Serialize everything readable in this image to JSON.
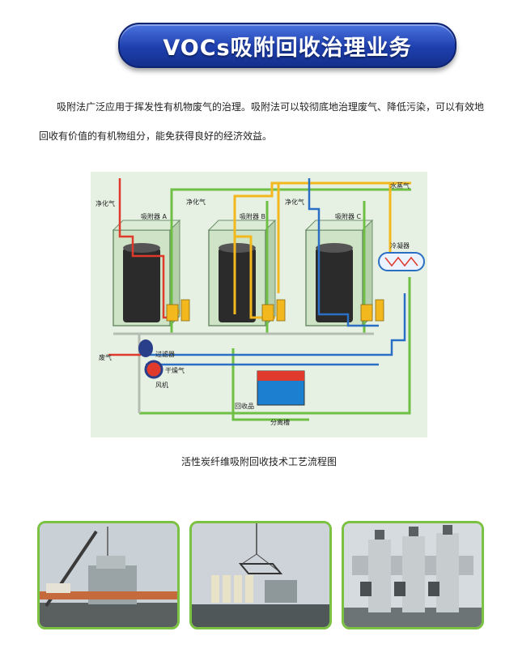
{
  "title": "VOCs吸附回收治理业务",
  "paragraph": {
    "line1": "吸附法广泛应用于挥发性有机物废气的治理。吸附法可以较彻底地治理废气、降低污染，可以有效地",
    "line2": "回收有价值的有机物组分，能免获得良好的经济效益。"
  },
  "diagram": {
    "labels": {
      "purified_a": "净化气",
      "purified_b": "净化气",
      "purified_c": "净化气",
      "adsorber_a": "吸附器 A",
      "adsorber_b": "吸附器 B",
      "adsorber_c": "吸附器 C",
      "steam": "水蒸气",
      "condenser": "冷凝器",
      "exhaust": "废气",
      "filter": "过滤器",
      "dry_air": "干燥气",
      "fan": "风机",
      "recovered": "回收品",
      "separator": "分离槽"
    },
    "colors": {
      "red": "#e03a2c",
      "yellow": "#f2b81e",
      "blue": "#2a6fc4",
      "green": "#6fbf45",
      "background": "#e6f1e4"
    }
  },
  "caption": "活性炭纤维吸附回收技术工艺流程图",
  "photos": {
    "frame_color": "#7cc242"
  }
}
